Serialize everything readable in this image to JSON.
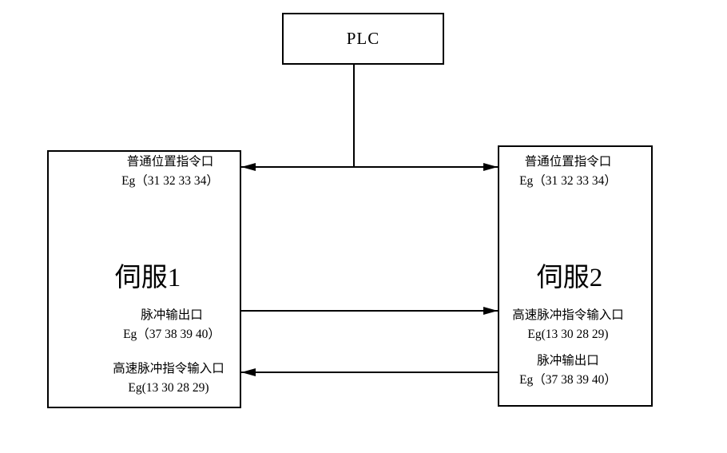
{
  "plc": {
    "label": "PLC"
  },
  "servo1": {
    "title": "伺服1",
    "port_top": {
      "name": "普通位置指令口",
      "pins": "Eg（31 32 33 34）"
    },
    "port_mid": {
      "name": "脉冲输出口",
      "pins": "Eg（37 38 39 40）"
    },
    "port_bottom": {
      "name": "高速脉冲指令输入口",
      "pins": "Eg(13 30 28 29)"
    }
  },
  "servo2": {
    "title": "伺服2",
    "port_top": {
      "name": "普通位置指令口",
      "pins": "Eg（31 32 33 34）"
    },
    "port_mid": {
      "name": "高速脉冲指令输入口",
      "pins": "Eg(13 30 28 29)"
    },
    "port_bottom": {
      "name": "脉冲输出口",
      "pins": "Eg（37 38 39 40）"
    }
  },
  "connections": [
    {
      "from": "PLC",
      "to": "伺服1.普通位置指令口 与 伺服2.普通位置指令口",
      "type": "double-arrow"
    },
    {
      "from": "伺服1.脉冲输出口",
      "to": "伺服2.高速脉冲指令输入口",
      "type": "arrow-right"
    },
    {
      "from": "伺服2.脉冲输出口",
      "to": "伺服1.高速脉冲指令输入口",
      "type": "arrow-left"
    }
  ],
  "colors": {
    "line": "#000000",
    "text": "#000000",
    "background": "#ffffff"
  }
}
